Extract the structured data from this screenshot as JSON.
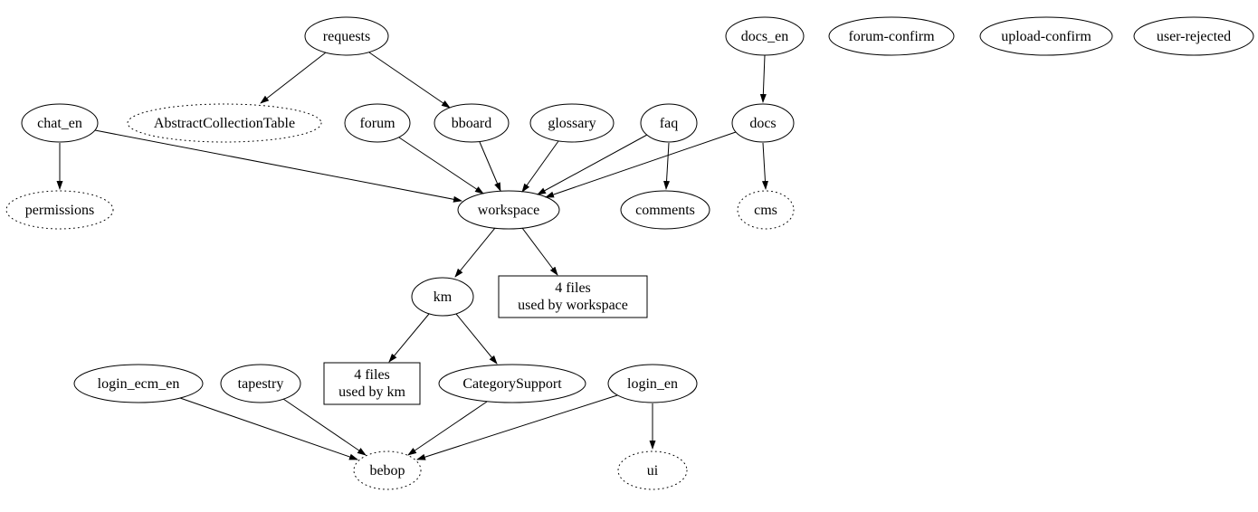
{
  "diagram": {
    "title": "dependency-graph",
    "colors": {
      "stroke": "#000000",
      "background": "#ffffff",
      "text": "#000000"
    },
    "nodes": {
      "requests": "requests",
      "docs_en": "docs_en",
      "forum_confirm": "forum-confirm",
      "upload_confirm": "upload-confirm",
      "user_rejected": "user-rejected",
      "chat_en": "chat_en",
      "abstract_collection_table": "AbstractCollectionTable",
      "forum": "forum",
      "bboard": "bboard",
      "glossary": "glossary",
      "faq": "faq",
      "docs": "docs",
      "permissions": "permissions",
      "workspace": "workspace",
      "comments": "comments",
      "cms": "cms",
      "km": "km",
      "login_ecm_en": "login_ecm_en",
      "tapestry": "tapestry",
      "category_support": "CategorySupport",
      "login_en": "login_en",
      "bebop": "bebop",
      "ui": "ui"
    },
    "boxes": {
      "workspace_files": {
        "line1": "4 files",
        "line2": "used by workspace"
      },
      "km_files": {
        "line1": "4 files",
        "line2": "used by km"
      }
    },
    "edges": [
      {
        "from": "requests",
        "to": "AbstractCollectionTable"
      },
      {
        "from": "requests",
        "to": "bboard"
      },
      {
        "from": "docs_en",
        "to": "docs"
      },
      {
        "from": "chat_en",
        "to": "permissions"
      },
      {
        "from": "chat_en",
        "to": "workspace"
      },
      {
        "from": "forum",
        "to": "workspace"
      },
      {
        "from": "bboard",
        "to": "workspace"
      },
      {
        "from": "glossary",
        "to": "workspace"
      },
      {
        "from": "faq",
        "to": "workspace"
      },
      {
        "from": "faq",
        "to": "comments"
      },
      {
        "from": "docs",
        "to": "workspace"
      },
      {
        "from": "docs",
        "to": "cms"
      },
      {
        "from": "workspace",
        "to": "km"
      },
      {
        "from": "workspace",
        "to": "4 files used by workspace"
      },
      {
        "from": "km",
        "to": "4 files used by km"
      },
      {
        "from": "km",
        "to": "CategorySupport"
      },
      {
        "from": "CategorySupport",
        "to": "bebop"
      },
      {
        "from": "tapestry",
        "to": "bebop"
      },
      {
        "from": "login_ecm_en",
        "to": "bebop"
      },
      {
        "from": "login_en",
        "to": "bebop"
      },
      {
        "from": "login_en",
        "to": "ui"
      }
    ]
  }
}
